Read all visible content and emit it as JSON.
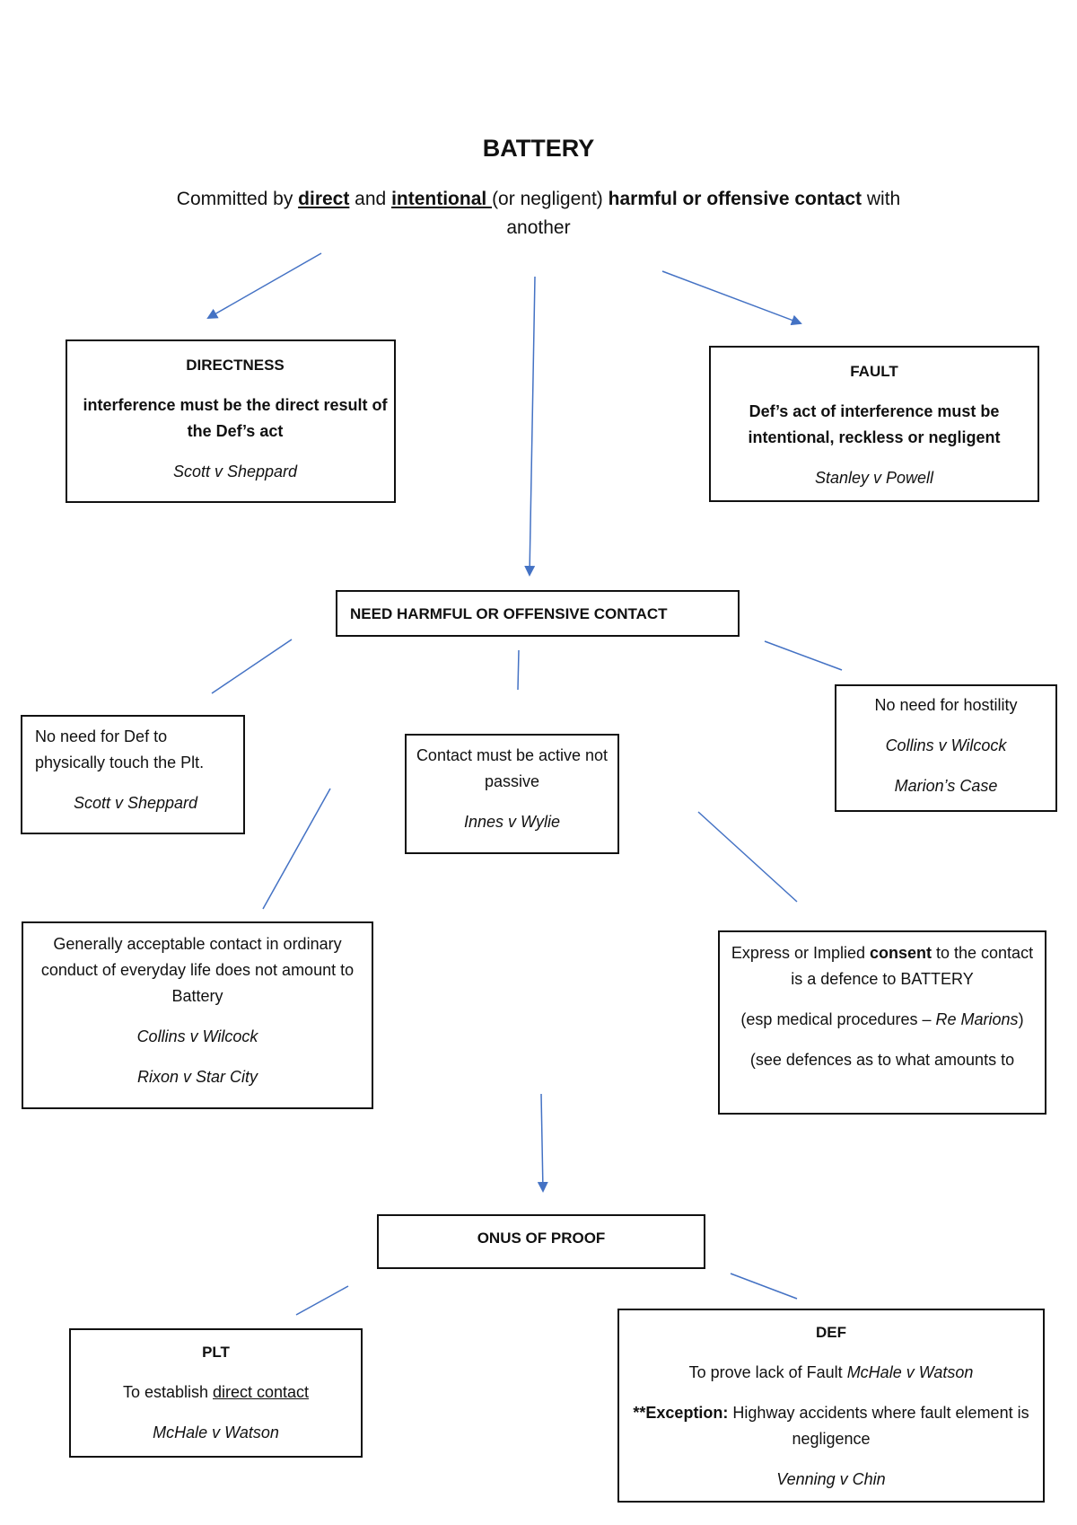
{
  "title": "BATTERY",
  "subtitle": {
    "p1": "Committed by ",
    "direct": "direct",
    "and": " and ",
    "intentional": "intentional ",
    "paren": "(or negligent) ",
    "bold": "harmful or offensive contact",
    "with": " with another"
  },
  "directness": {
    "heading": "DIRECTNESS",
    "text": "interference must be the direct result of the Def’s act",
    "case": "Scott v Sheppard"
  },
  "fault": {
    "heading": "FAULT",
    "text": "Def’s act of interference must be intentional, reckless or negligent",
    "case": "Stanley v Powell"
  },
  "contact": {
    "heading": "NEED HARMFUL OR OFFENSIVE CONTACT"
  },
  "touch": {
    "text": "No need for Def to physically touch the Plt.",
    "case": "Scott v Sheppard"
  },
  "active": {
    "text": "Contact must be active not passive",
    "case": "Innes v Wylie"
  },
  "hostility": {
    "text": "No need for hostility",
    "case1": "Collins v Wilcock",
    "case2": "Marion’s Case"
  },
  "acceptable": {
    "text": "Generally acceptable contact in ordinary conduct of everyday life does not amount to Battery",
    "case1": "Collins v Wilcock",
    "case2": "Rixon v Star City"
  },
  "consent": {
    "t1": "Express or Implied ",
    "t1b": "consent",
    "t1c": " to the contact is a defence to BATTERY",
    "t2": "(esp medical procedures – ",
    "t2i": "Re Marions",
    "t2c": ")",
    "t3": "(see defences as to what amounts to"
  },
  "onus": {
    "heading": "ONUS OF PROOF"
  },
  "plt": {
    "heading": "PLT",
    "text": "To establish ",
    "underline": "direct contact",
    "case": "McHale v Watson"
  },
  "def": {
    "heading": "DEF",
    "text": "To prove lack of Fault ",
    "case_inline": "McHale v Watson",
    "exc_star": "**",
    "exc_bold": "Exception:",
    "exc_text": " Highway accidents where fault element is negligence",
    "case": "Venning v Chin"
  },
  "colors": {
    "connector": "#4472c4",
    "border": "#111111"
  }
}
